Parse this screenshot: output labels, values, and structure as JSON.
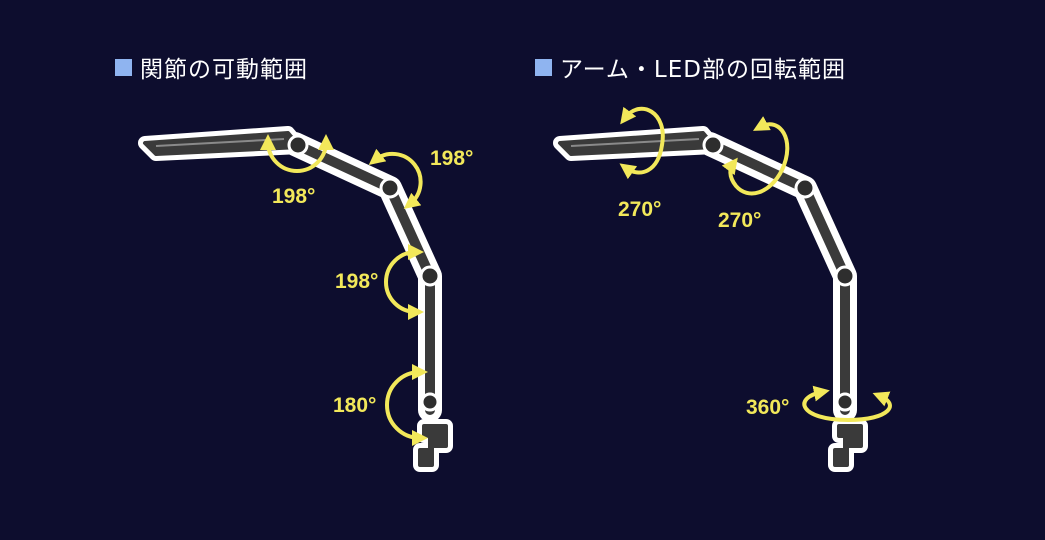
{
  "colors": {
    "background": "#0d0d2e",
    "title_square": "#8fb4f0",
    "title_text": "#ffffff",
    "arrow": "#f2e85a",
    "lamp_body": "#3a3a3a",
    "lamp_outline": "#ffffff"
  },
  "left_panel": {
    "title": "関節の可動範囲",
    "angles": [
      "198°",
      "198°",
      "198°",
      "180°"
    ]
  },
  "right_panel": {
    "title": "アーム・LED部の回転範囲",
    "angles": [
      "270°",
      "270°",
      "360°"
    ]
  }
}
